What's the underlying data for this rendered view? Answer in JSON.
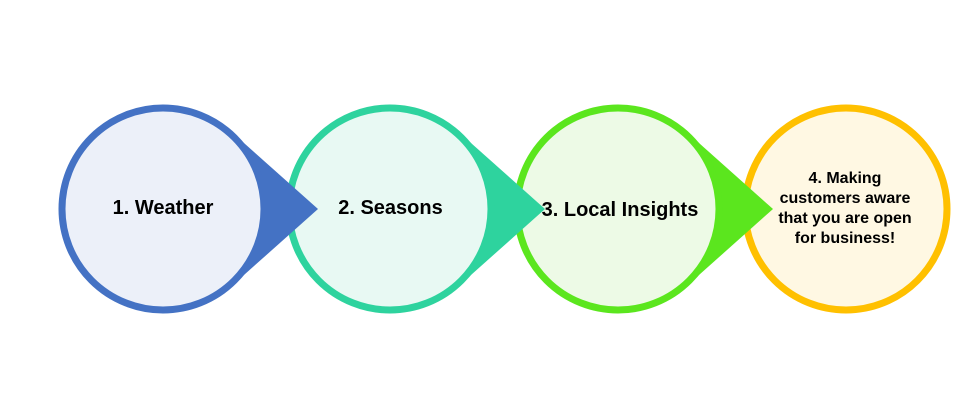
{
  "steps": [
    {
      "label": "1. Weather",
      "color": "#4472C4",
      "fill": "#ECF0F9"
    },
    {
      "label": "2. Seasons",
      "color": "#2ED39E",
      "fill": "#E8F9F3"
    },
    {
      "label": "3. Local Insights",
      "color": "#5BE61E",
      "fill": "#EDFAE6"
    },
    {
      "label": "4. Making customers aware that you are open for business!",
      "color": "#FFC000",
      "fill": "#FFF8E3"
    }
  ]
}
